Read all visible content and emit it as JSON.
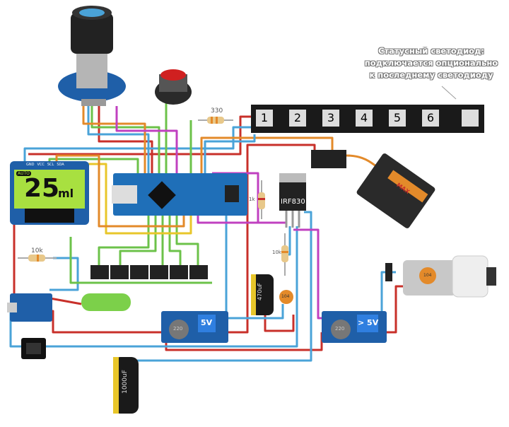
{
  "note": {
    "lines": [
      "Статусный светодиод:",
      "подключается опционально",
      "к последнему светодиоду"
    ]
  },
  "components": {
    "resistor_330": "330",
    "resistor_10k_left": "10k",
    "resistor_gate": "1k",
    "resistor_pulldown": "10k",
    "mosfet": "IRF830",
    "cap_470": "470uF",
    "cap_104_a": "104",
    "cap_104_b": "104",
    "cap_1000": "1000uF",
    "boost_a": "5V",
    "boost_b": "> 5V",
    "inductor_a": "220",
    "inductor_b": "220",
    "servo_brand": "MAX"
  },
  "oled": {
    "pins": [
      "GND",
      "VCC",
      "SCL",
      "SDA"
    ],
    "mode": "AUTO",
    "value": "25",
    "unit": "ml"
  },
  "led_strip": {
    "labels": [
      "1",
      "2",
      "3",
      "4",
      "5",
      "6"
    ]
  },
  "colors": {
    "red": "#c8302a",
    "blue": "#4aa3d8",
    "green": "#6cc24a",
    "yellow": "#e8c62a",
    "orange": "#e38a2a",
    "magenta": "#c040c0",
    "board_blue": "#1f5fa8"
  }
}
